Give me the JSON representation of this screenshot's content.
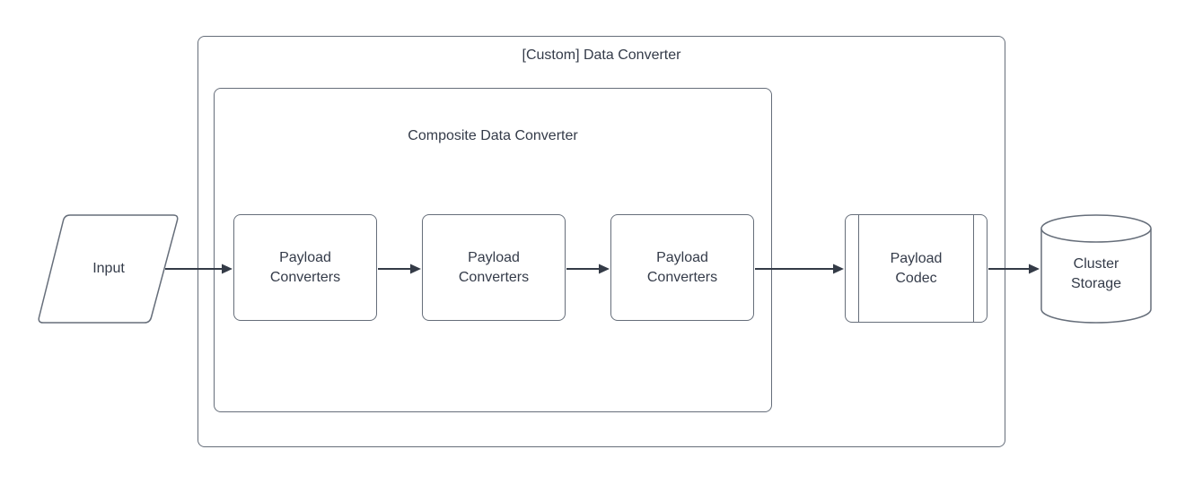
{
  "diagram": {
    "outer": {
      "title": "[Custom] Data Converter"
    },
    "composite": {
      "title": "Composite Data Converter"
    },
    "nodes": {
      "input": {
        "label": "Input",
        "shape": "parallelogram"
      },
      "converter1": {
        "label": "Payload\nConverters",
        "shape": "rounded-rect"
      },
      "converter2": {
        "label": "Payload\nConverters",
        "shape": "rounded-rect"
      },
      "converter3": {
        "label": "Payload\nConverters",
        "shape": "rounded-rect"
      },
      "codec": {
        "label": "Payload\nCodec",
        "shape": "predefined-process"
      },
      "storage": {
        "label": "Cluster\nStorage",
        "shape": "cylinder"
      }
    },
    "colors": {
      "shape_stroke": "#666e7a",
      "arrow": "#343b47",
      "text": "#343b49",
      "background": "#ffffff"
    }
  }
}
